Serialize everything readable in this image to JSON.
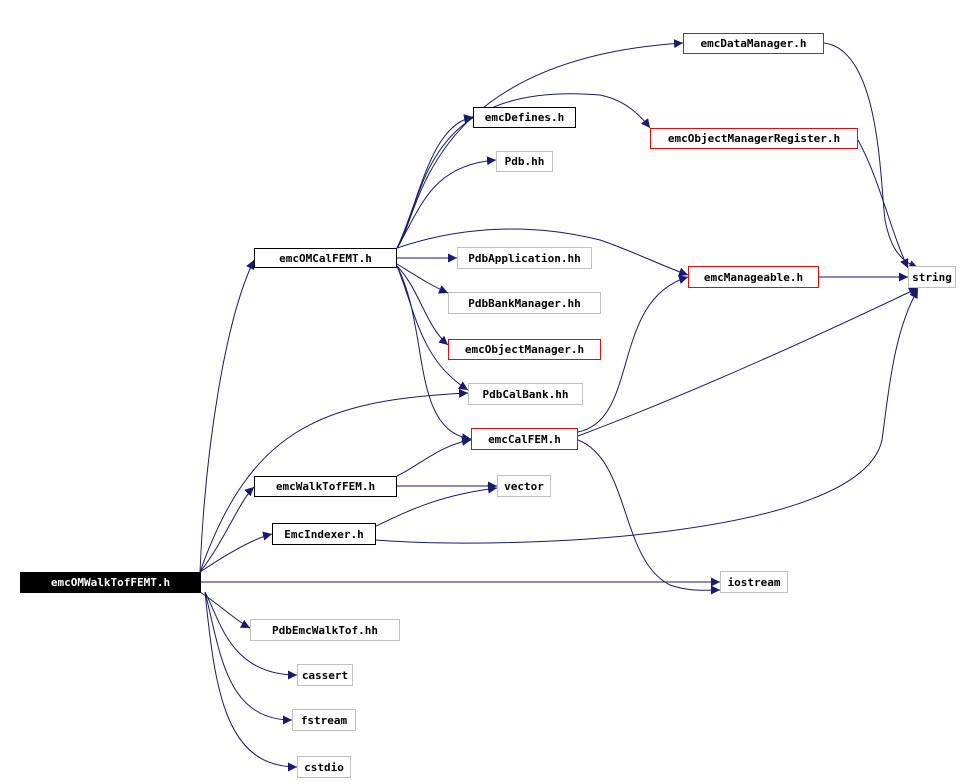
{
  "colors": {
    "edge": "#191970",
    "border_black": "#000000",
    "border_red": "#ff0000",
    "border_gray": "#c0c0c0",
    "root_fill": "#000000",
    "root_text": "#ffffff"
  },
  "nodes": {
    "root": {
      "label": "emcOMWalkTofFEMT.h"
    },
    "emcOMCalFEMT_h": {
      "label": "emcOMCalFEMT.h"
    },
    "emcDataManager_h": {
      "label": "emcDataManager.h"
    },
    "emcDefines_h": {
      "label": "emcDefines.h"
    },
    "emcObjectManagerRegister_h": {
      "label": "emcObjectManagerRegister.h"
    },
    "Pdb_hh": {
      "label": "Pdb.hh"
    },
    "PdbApplication_hh": {
      "label": "PdbApplication.hh"
    },
    "emcManageable_h": {
      "label": "emcManageable.h"
    },
    "string": {
      "label": "string"
    },
    "PdbBankManager_hh": {
      "label": "PdbBankManager.hh"
    },
    "emcObjectManager_h": {
      "label": "emcObjectManager.h"
    },
    "PdbCalBank_hh": {
      "label": "PdbCalBank.hh"
    },
    "emcCalFEM_h": {
      "label": "emcCalFEM.h"
    },
    "emcWalkTofFEM_h": {
      "label": "emcWalkTofFEM.h"
    },
    "vector": {
      "label": "vector"
    },
    "EmcIndexer_h": {
      "label": "EmcIndexer.h"
    },
    "iostream": {
      "label": "iostream"
    },
    "PdbEmcWalkTof_hh": {
      "label": "PdbEmcWalkTof.hh"
    },
    "cassert": {
      "label": "cassert"
    },
    "fstream": {
      "label": "fstream"
    },
    "cstdio": {
      "label": "cstdio"
    }
  }
}
